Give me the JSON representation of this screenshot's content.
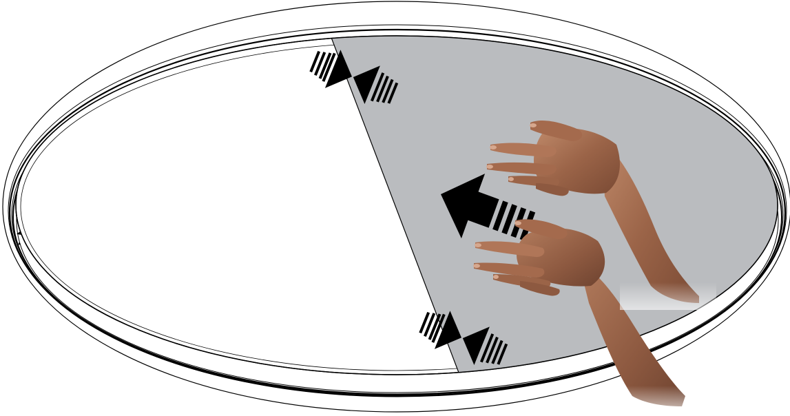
{
  "colors": {
    "background": "#ffffff",
    "outline": "#000000",
    "film_shade": "#babcbf",
    "arrow_fill": "#000000",
    "skin_base": "#9b6448",
    "skin_light": "#c08a6a",
    "skin_dark": "#6e4330"
  },
  "icons": {
    "top_guide": "converging-arrows-icon",
    "bottom_guide": "converging-arrows-icon",
    "direction": "left-arrow-icon"
  },
  "components": {
    "surface": "oval-mirror",
    "film": "protective-film",
    "hands": "two-hands"
  }
}
